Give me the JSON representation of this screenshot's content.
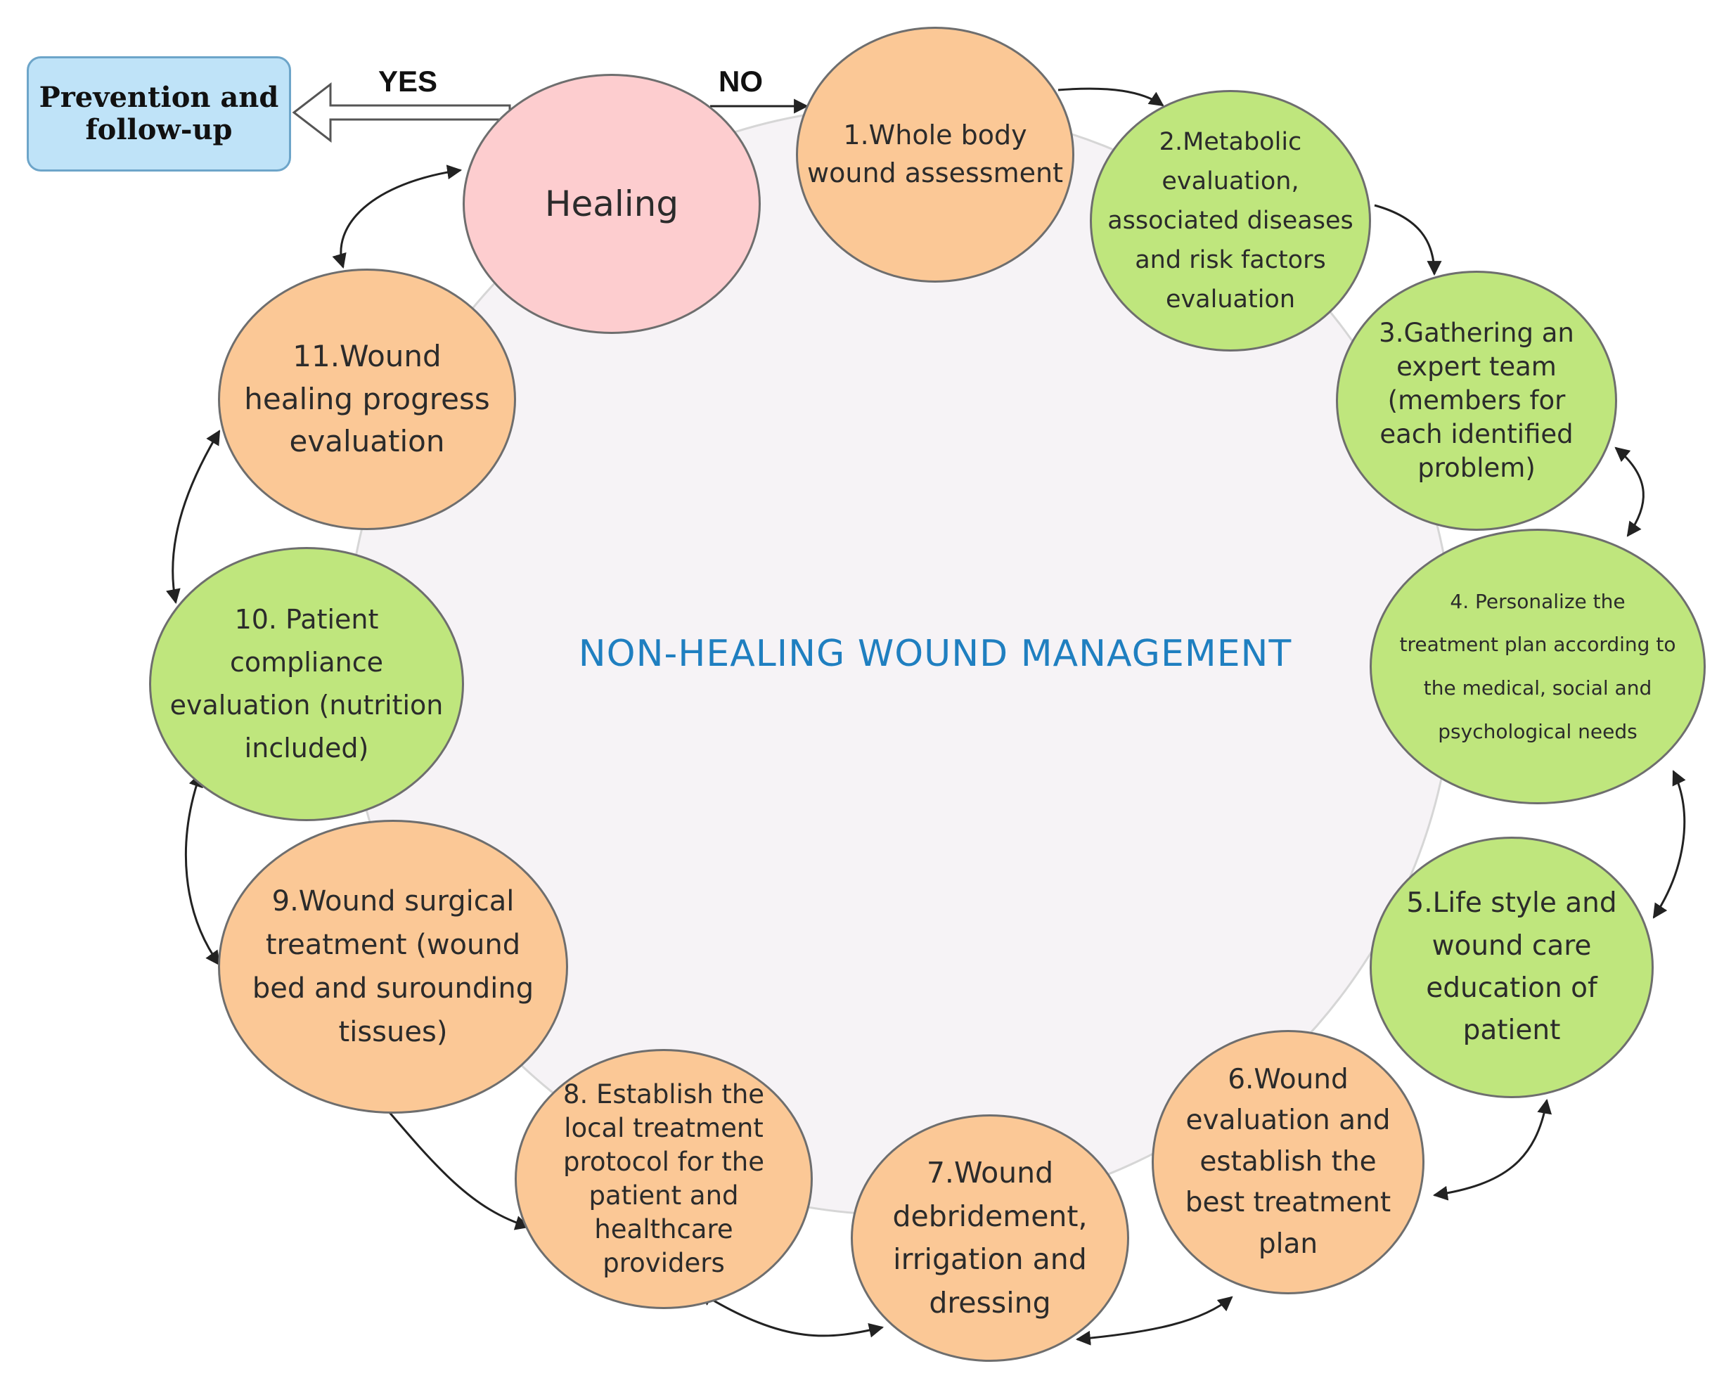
{
  "title": "NON-HEALING WOUND MANAGEMENT",
  "decision": {
    "yes_label": "YES",
    "no_label": "NO"
  },
  "outcome_box": {
    "label": "Prevention and\nfollow-up"
  },
  "colors": {
    "orange_step": "#fbc896",
    "green_step": "#bfe67d",
    "healing": "#fdcdcf",
    "outcome": "#bfe3f8",
    "title": "#1f7fc0"
  },
  "nodes": [
    {
      "id": "healing",
      "label": "Healing"
    },
    {
      "id": "step-1",
      "label": "1.Whole body\nwound assessment"
    },
    {
      "id": "step-2",
      "label": "2.Metabolic\nevaluation,\nassociated diseases\nand risk factors\nevaluation"
    },
    {
      "id": "step-3",
      "label": "3.Gathering an\nexpert team\n(members for\neach identified\nproblem)"
    },
    {
      "id": "step-4",
      "label": "4. Personalize the\ntreatment plan according to\nthe  medical, social and\npsychological needs"
    },
    {
      "id": "step-5",
      "label": "5.Life style and\nwound care\neducation of\npatient"
    },
    {
      "id": "step-6",
      "label": "6.Wound\nevaluation and\nestablish the\nbest treatment\nplan"
    },
    {
      "id": "step-7",
      "label": "7.Wound\ndebridement,\nirrigation and\ndressing"
    },
    {
      "id": "step-8",
      "label": "8. Establish the\nlocal treatment\nprotocol for the\npatient and\nhealthcare\nproviders"
    },
    {
      "id": "step-9",
      "label": "9.Wound surgical\ntreatment (wound\nbed and surounding\ntissues)"
    },
    {
      "id": "step-10",
      "label": "10. Patient\ncompliance\nevaluation (nutrition\nincluded)"
    },
    {
      "id": "step-11",
      "label": "11.Wound\nhealing progress\nevaluation"
    }
  ]
}
